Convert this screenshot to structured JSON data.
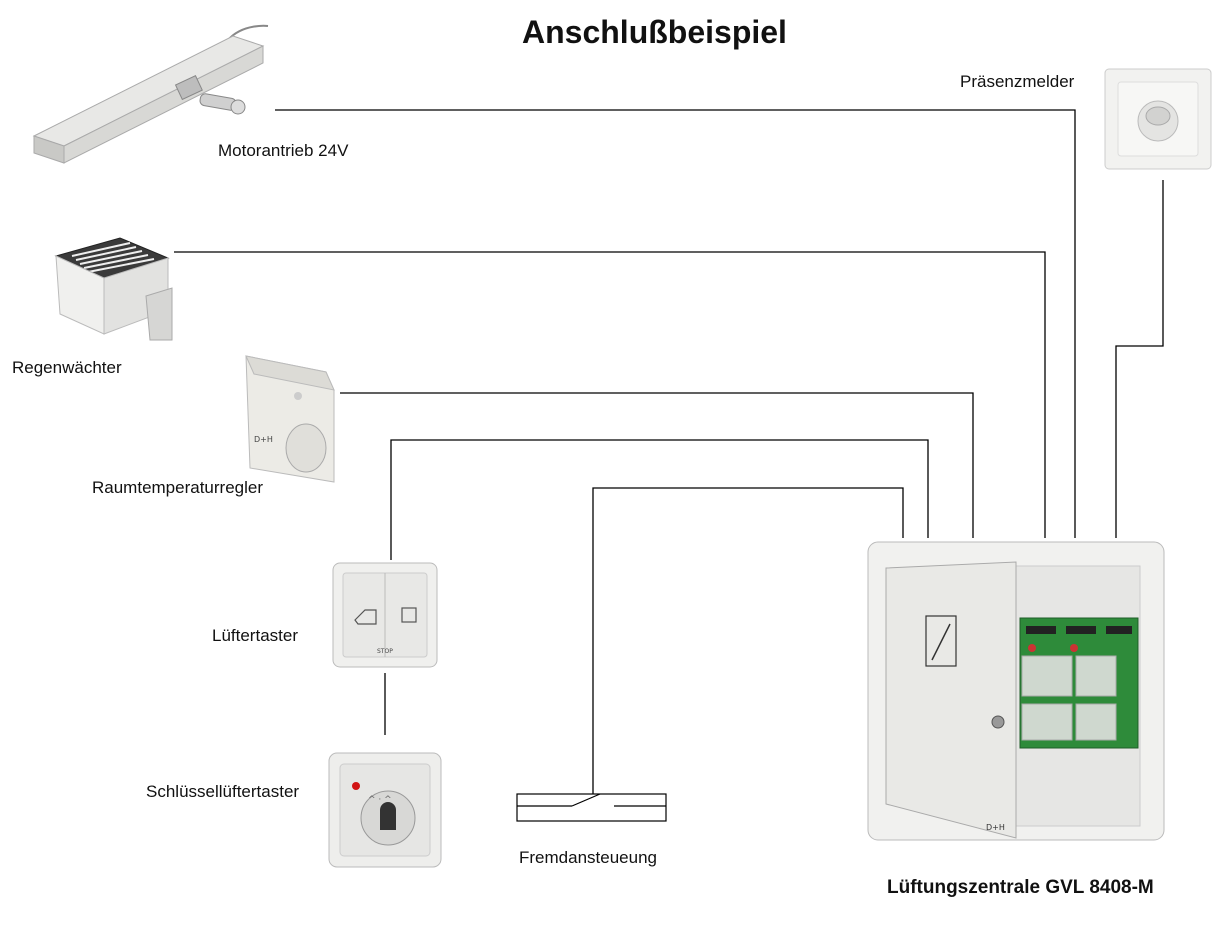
{
  "diagram": {
    "title": "Anschlußbeispiel",
    "devices": {
      "motor": "Motorantrieb 24V",
      "presence": "Präsenzmelder",
      "rain": "Regenwächter",
      "thermostat": "Raumtemperaturregler",
      "fan_button": "Lüftertaster",
      "key_button": "Schlüssellüftertaster",
      "external": "Fremdansteueung",
      "central": "Lüftungszentrale GVL 8408-M"
    },
    "device_marks": {
      "button_text": "STOP",
      "brand_logo": "D+H"
    },
    "colors": {
      "wire": "#000000",
      "device_body": "#e9e9e6",
      "led": "#d21414",
      "pcb": "#2e8b3a"
    },
    "icons": [
      "motor-actuator",
      "presence-detector",
      "rain-sensor",
      "thermostat",
      "fan-switch",
      "key-switch",
      "contact-switch",
      "control-cabinet"
    ]
  }
}
